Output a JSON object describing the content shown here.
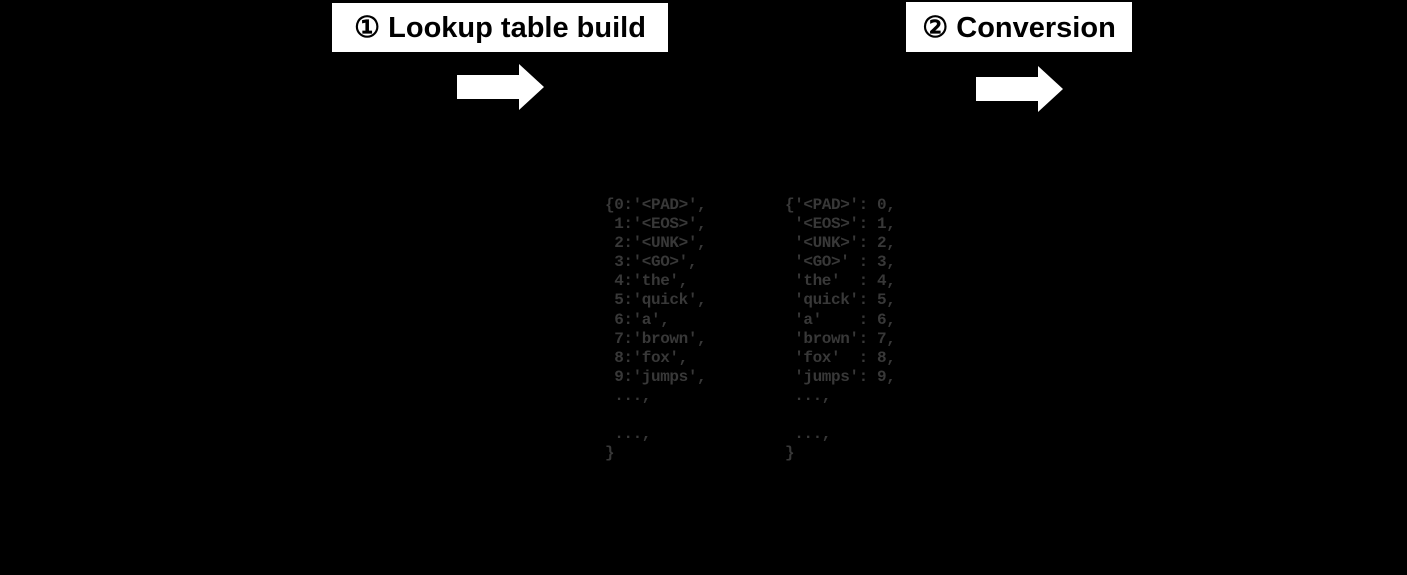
{
  "diagram": {
    "description": "Vocabulary lookup table build and conversion diagram on black background",
    "colors": {
      "background": "#000000",
      "step_box_fill": "#ffffff",
      "step_box_text": "#000000",
      "arrow_fill": "#ffffff",
      "code_text": "#383838"
    },
    "steps": [
      {
        "label": "① Lookup table build"
      },
      {
        "label": "② Conversion"
      }
    ],
    "code_blocks": [
      {
        "name": "index-to-word-dict",
        "text": "{0:'<PAD>',\n 1:'<EOS>',\n 2:'<UNK>',\n 3:'<GO>',\n 4:'the',\n 5:'quick',\n 6:'a',\n 7:'brown',\n 8:'fox',\n 9:'jumps',\n ...,\n\n ...,\n}"
      },
      {
        "name": "word-to-index-dict",
        "text": "{'<PAD>': 0,\n '<EOS>': 1,\n '<UNK>': 2,\n '<GO>' : 3,\n 'the'  : 4,\n 'quick': 5,\n 'a'    : 6,\n 'brown': 7,\n 'fox'  : 8,\n 'jumps': 9,\n ...,\n\n ...,\n}"
      }
    ]
  }
}
